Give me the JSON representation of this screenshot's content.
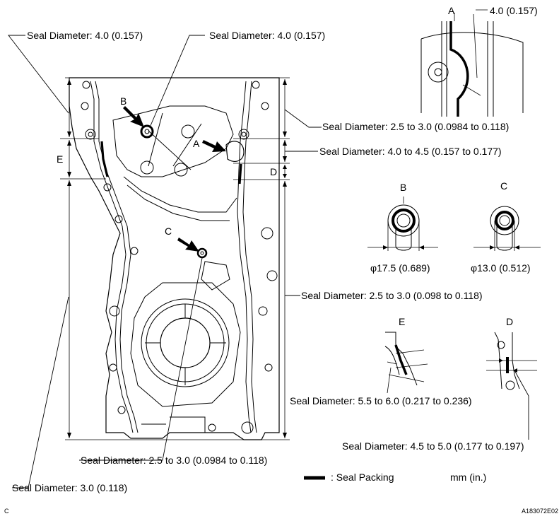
{
  "callouts": {
    "top_left": "Seal Diameter: 4.0 (0.157)",
    "top_center": "Seal Diameter: 4.0 (0.157)",
    "right_upper": "Seal Diameter: 2.5 to 3.0 (0.0984 to 0.118)",
    "right_d": "Seal Diameter: 4.0 to 4.5 (0.157 to 0.177)",
    "right_mid": "Seal Diameter: 2.5 to 3.0 (0.098 to 0.118)",
    "detail_e": "Seal Diameter: 5.5 to 6.0 (0.217 to 0.236)",
    "detail_d": "Seal Diameter: 4.5 to 5.0 (0.177 to 0.197)",
    "bottom_center": "Seal Diameter: 2.5 to 3.0 (0.0984 to 0.118)",
    "bottom_left": "Seal Diameter: 3.0 (0.118)"
  },
  "detail_a": {
    "letter": "A",
    "dimension": "4.0 (0.157)"
  },
  "detail_b": {
    "letter": "B",
    "diameter": "φ17.5 (0.689)"
  },
  "detail_c": {
    "letter": "C",
    "diameter": "φ13.0 (0.512)"
  },
  "detail_d_letter": "D",
  "detail_e_letter": "E",
  "arrow_labels": {
    "a": "A",
    "b": "B",
    "c": "C",
    "d": "D",
    "e": "E"
  },
  "legend": {
    "label": ": Seal Packing",
    "units": "mm (in.)"
  },
  "corner_letter": "C",
  "figure_id": "A183072E02"
}
